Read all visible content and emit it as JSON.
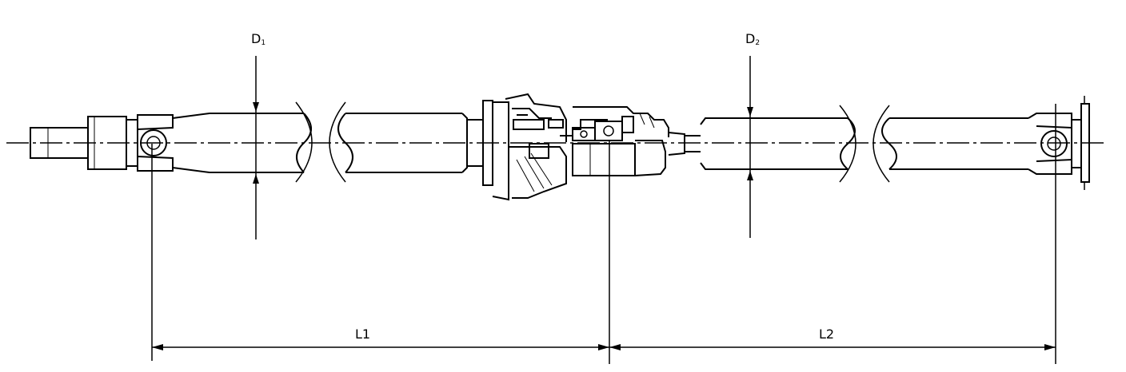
{
  "diagram": {
    "labels": {
      "d1": "D",
      "d1_sub": "1",
      "d2": "D",
      "d2_sub": "2",
      "l1": "L1",
      "l2": "L2"
    },
    "colors": {
      "line": "#000000",
      "background": "#ffffff"
    }
  }
}
